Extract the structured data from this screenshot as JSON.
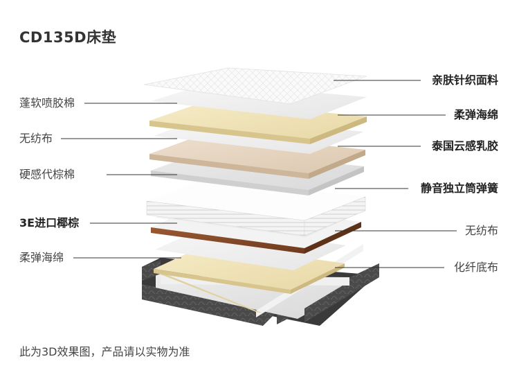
{
  "title": "CD135D床垫",
  "footer": "此为3D效果图，产品请以实物为准",
  "left_labels": [
    {
      "text": "蓬软喷胶棉",
      "bold": false
    },
    {
      "text": "无纺布",
      "bold": false
    },
    {
      "text": "硬感代棕棉",
      "bold": false
    },
    {
      "text": "3E进口椰棕",
      "bold": true
    },
    {
      "text": "柔弹海绵",
      "bold": false
    }
  ],
  "right_labels": [
    {
      "text": "亲肤针织面料",
      "bold": true
    },
    {
      "text": "柔弹海绵",
      "bold": true
    },
    {
      "text": "泰国云感乳胶",
      "bold": true
    },
    {
      "text": "静音独立筒弹簧",
      "bold": true
    },
    {
      "text": "无纺布",
      "bold": false
    },
    {
      "text": "化纤底布",
      "bold": false
    }
  ]
}
